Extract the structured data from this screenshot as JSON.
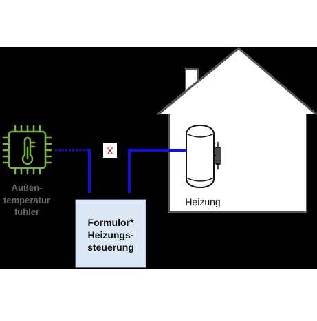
{
  "sensor": {
    "label_lines": [
      "Außen-",
      "temperatur",
      "fühler"
    ],
    "icon": "thermometer-chip-icon",
    "color": "#7cb342"
  },
  "heating": {
    "label": "Heizung",
    "icon": "boiler-tank-icon"
  },
  "controller": {
    "label_lines": [
      "Formulor*",
      "Heizungs-",
      "steuerung"
    ],
    "fill": "#dde8f7",
    "border": "#9fb4d8"
  },
  "connection_break": {
    "symbol": "X",
    "color": "#e02020"
  },
  "wire_color": "#1010d8",
  "house_roof_color": "#555555",
  "background_band_color": "#000000"
}
